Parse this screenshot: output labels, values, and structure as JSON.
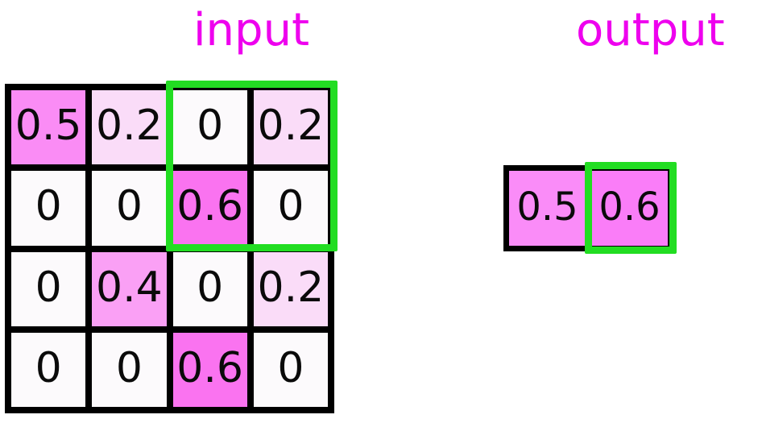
{
  "titles": {
    "input": "input",
    "output": "output",
    "color": "#ee00ee"
  },
  "colors": {
    "zero": "#fcfafc",
    "low": "#fadcf8",
    "mid": "#faa0f5",
    "high": "#fa8cf5",
    "highest": "#fa73f0",
    "grid_border": "#000000",
    "highlight": "#22dd22",
    "text": "#0a0a0a"
  },
  "chart_data": {
    "type": "heatmap",
    "title": "input",
    "rows": 4,
    "cols": 4,
    "values": [
      [
        0.5,
        0.2,
        0,
        0.2
      ],
      [
        0,
        0,
        0.6,
        0
      ],
      [
        0,
        0.4,
        0,
        0.2
      ],
      [
        0,
        0,
        0.6,
        0
      ]
    ],
    "labels": [
      [
        "0.5",
        "0.2",
        "0",
        "0.2"
      ],
      [
        "0",
        "0",
        "0.6",
        "0"
      ],
      [
        "0",
        "0.4",
        "0",
        "0.2"
      ],
      [
        "0",
        "0",
        "0.6",
        "0"
      ]
    ],
    "output": {
      "title": "output",
      "rows": 1,
      "cols": 2,
      "values": [
        [
          0.5,
          0.6
        ]
      ],
      "labels": [
        [
          "0.5",
          "0.6"
        ]
      ]
    },
    "highlight_window": {
      "input_rows": [
        0,
        1
      ],
      "input_cols": [
        2,
        3
      ],
      "output_row": 0,
      "output_col": 1,
      "color": "#22dd22"
    },
    "legend": [],
    "grid": true
  },
  "input_grid": {
    "cells": [
      {
        "label": "0.5",
        "fill": "#fa8cf5"
      },
      {
        "label": "0.2",
        "fill": "#fadcf8"
      },
      {
        "label": "0",
        "fill": "#fcfafc"
      },
      {
        "label": "0.2",
        "fill": "#fadcf8"
      },
      {
        "label": "0",
        "fill": "#fcfafc"
      },
      {
        "label": "0",
        "fill": "#fcfafc"
      },
      {
        "label": "0.6",
        "fill": "#fa73f0"
      },
      {
        "label": "0",
        "fill": "#fcfafc"
      },
      {
        "label": "0",
        "fill": "#fcfafc"
      },
      {
        "label": "0.4",
        "fill": "#faa0f5"
      },
      {
        "label": "0",
        "fill": "#fcfafc"
      },
      {
        "label": "0.2",
        "fill": "#fadcf8"
      },
      {
        "label": "0",
        "fill": "#fcfafc"
      },
      {
        "label": "0",
        "fill": "#fcfafc"
      },
      {
        "label": "0.6",
        "fill": "#fa73f0"
      },
      {
        "label": "0",
        "fill": "#fcfafc"
      }
    ]
  },
  "output_grid": {
    "cells": [
      {
        "label": "0.5",
        "fill": "#fa8cf8"
      },
      {
        "label": "0.6",
        "fill": "#fa7df8"
      }
    ]
  }
}
